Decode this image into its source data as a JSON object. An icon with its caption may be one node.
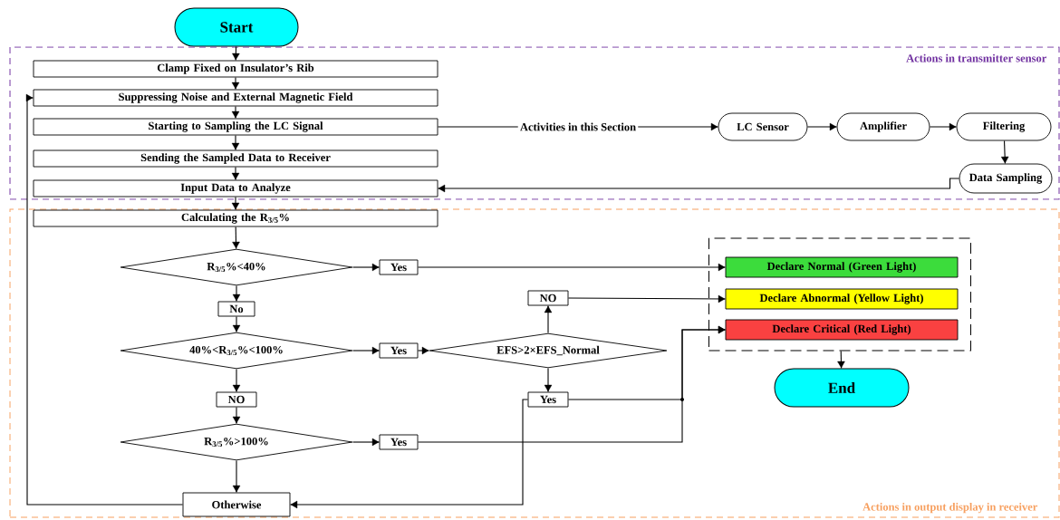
{
  "diagram": {
    "nodes": [
      {
        "text": [
          "Start"
        ]
      },
      {
        "text": [
          "Actions in transmitter sensor"
        ]
      },
      {
        "text": [
          "Clamp Fixed on Insulator’s Rib"
        ],
        "in": 1
      },
      {
        "text": [
          "Suppressing Noise and External Magnetic Field"
        ],
        "in": 1
      },
      {
        "text": [
          "Starting to Sampling the LC Signal"
        ],
        "in": 1
      },
      {
        "text": [
          "Sending the Sampled Data to Receiver"
        ],
        "in": 1
      },
      {
        "text": [
          "Input Data to Analyze"
        ],
        "in": 1
      },
      {
        "text": [
          "Activities in this Section"
        ],
        "in": 1
      },
      {
        "text": [
          "LC Sensor"
        ],
        "in": 1
      },
      {
        "text": [
          "Amplifier"
        ],
        "in": 1
      },
      {
        "text": [
          "Filtering"
        ],
        "in": 1
      },
      {
        "text": [
          "Data Sampling"
        ],
        "in": 1
      },
      {
        "text": [
          "Actions in output display in receiver"
        ]
      },
      {
        "text": [
          "Calculating the R$_{3/5}$%"
        ],
        "in": 12
      },
      {
        "text": [
          "R$_{3/5}$%<40%"
        ],
        "in": 12
      },
      {
        "text": [
          "Yes"
        ],
        "in": 12
      },
      {
        "text": [
          "No"
        ],
        "in": 12
      },
      {
        "text": [
          "40%<R$_{3/5}$%<100%"
        ],
        "in": 12
      },
      {
        "text": [
          "Yes"
        ],
        "in": 12
      },
      {
        "text": [
          "NO"
        ],
        "in": 12
      },
      {
        "text": [
          "R$_{3/5}$%>100%"
        ],
        "in": 12
      },
      {
        "text": [
          "Yes"
        ],
        "in": 12
      },
      {
        "text": [
          "EFS>2×EFS_Normal"
        ],
        "in": 12
      },
      {
        "text": [
          "NO"
        ],
        "in": 12
      },
      {
        "text": [
          "Yes"
        ],
        "in": 12
      },
      {
        "text": [
          "Otherwise"
        ],
        "in": 12
      },
      {
        "text": [],
        "shape": "box",
        "in": 12
      },
      {
        "text": [
          "Declare Normal (Green Light)"
        ],
        "in": 26
      },
      {
        "text": [
          "Declare Abnormal (Yellow Light)"
        ],
        "in": 26
      },
      {
        "text": [
          "Declare Critical (Red Light)"
        ],
        "in": 26
      },
      {
        "text": [
          "End"
        ],
        "in": 12
      }
    ],
    "edges": [
      {
        "from": 0,
        "to": 2,
        "arrow": "to"
      },
      {
        "from": 2,
        "to": 3,
        "arrow": "to"
      },
      {
        "from": 3,
        "to": 4,
        "arrow": "to"
      },
      {
        "from": 4,
        "to": 5,
        "arrow": "to"
      },
      {
        "from": 5,
        "to": 6,
        "arrow": "to"
      },
      {
        "from": 4,
        "to": 7,
        "arrow": "none"
      },
      {
        "from": 7,
        "to": 8,
        "arrow": "to"
      },
      {
        "from": 8,
        "to": 9,
        "arrow": "to"
      },
      {
        "from": 9,
        "to": 10,
        "arrow": "to"
      },
      {
        "from": 10,
        "to": 11,
        "arrow": "to"
      },
      {
        "from": 11,
        "to": 6,
        "arrow": "to"
      },
      {
        "from": 6,
        "to": 13,
        "arrow": "to"
      },
      {
        "from": 13,
        "to": 14,
        "arrow": "to"
      },
      {
        "from": 14,
        "to": 15,
        "arrow": "to"
      },
      {
        "from": 15,
        "to": 27,
        "arrow": "to"
      },
      {
        "from": 14,
        "to": 16,
        "arrow": "to"
      },
      {
        "from": 16,
        "to": 17,
        "arrow": "to"
      },
      {
        "from": 17,
        "to": 18,
        "arrow": "to"
      },
      {
        "from": 18,
        "to": 22,
        "arrow": "to"
      },
      {
        "from": 22,
        "to": 23,
        "arrow": "to"
      },
      {
        "from": 23,
        "to": 28,
        "arrow": "to"
      },
      {
        "from": 22,
        "to": 24,
        "arrow": "to"
      },
      {
        "from": 24,
        "to": 29,
        "arrow": "to"
      },
      {
        "from": 24,
        "to": 25,
        "arrow": "to"
      },
      {
        "from": 17,
        "to": 19,
        "arrow": "to"
      },
      {
        "from": 19,
        "to": 20,
        "arrow": "to"
      },
      {
        "from": 20,
        "to": 21,
        "arrow": "to"
      },
      {
        "from": 21,
        "to": 29,
        "arrow": "to"
      },
      {
        "from": 20,
        "to": 25,
        "arrow": "to"
      },
      {
        "from": 25,
        "to": 3,
        "arrow": "to"
      },
      {
        "from": 26,
        "to": 30,
        "arrow": "to"
      }
    ]
  }
}
